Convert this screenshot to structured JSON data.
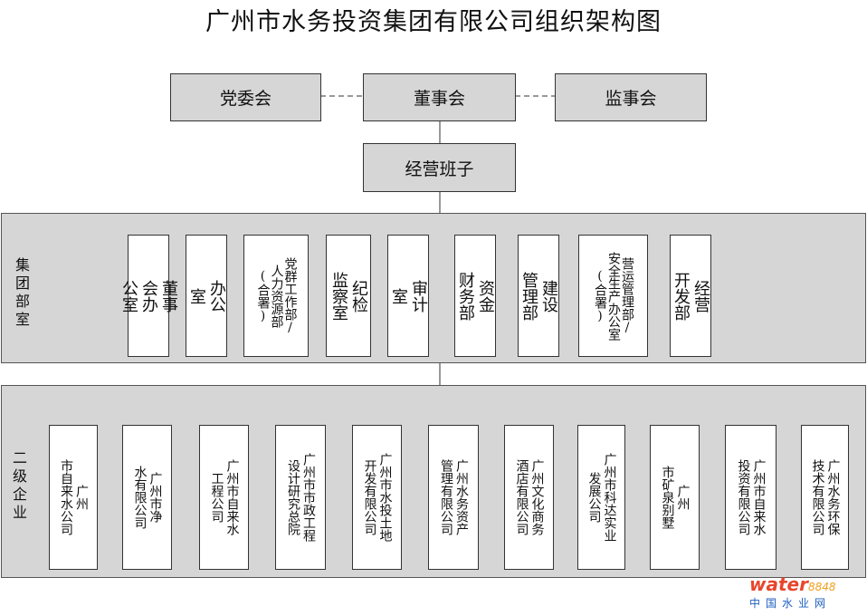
{
  "title": "广州市水务投资集团有限公司组织架构图",
  "top": {
    "party": "党委会",
    "board": "董事会",
    "supervisors": "监事会",
    "management": "经营班子"
  },
  "group_departments": {
    "label": "集团部室",
    "items": [
      {
        "lines": [
          "董事",
          "会办",
          "公室"
        ]
      },
      {
        "lines": [
          "办公",
          "室"
        ]
      },
      {
        "lines": [
          "党群工作部/",
          "人力资源部",
          "(合署)"
        ]
      },
      {
        "lines": [
          "纪检",
          "监察室"
        ]
      },
      {
        "lines": [
          "审计",
          "室"
        ]
      },
      {
        "lines": [
          "资金",
          "财务部"
        ]
      },
      {
        "lines": [
          "建设",
          "管理部"
        ]
      },
      {
        "lines": [
          "营运管理部/",
          "安全生产办公室",
          "(合署)"
        ]
      },
      {
        "lines": [
          "经营",
          "开发部"
        ]
      }
    ]
  },
  "subsidiaries": {
    "label": "二级企业",
    "items": [
      {
        "lines": [
          "广州",
          "市自来水公司"
        ]
      },
      {
        "lines": [
          "广州市净",
          "水有限公司"
        ]
      },
      {
        "lines": [
          "广州市自来水",
          "工程公司"
        ]
      },
      {
        "lines": [
          "广州市市政工程",
          "设计研究总院"
        ]
      },
      {
        "lines": [
          "广州市水投土地",
          "开发有限公司"
        ]
      },
      {
        "lines": [
          "广州水务资产",
          "管理有限公司"
        ]
      },
      {
        "lines": [
          "广州文化商务",
          "酒店有限公司"
        ]
      },
      {
        "lines": [
          "广州市科达实业",
          "发展公司"
        ]
      },
      {
        "lines": [
          "广州",
          "市矿泉别墅"
        ]
      },
      {
        "lines": [
          "广州市自来水",
          "投资有限公司"
        ]
      },
      {
        "lines": [
          "广州水务环保",
          "技术有限公司"
        ]
      }
    ]
  },
  "watermark": {
    "brand_a": "water",
    "brand_b": "8848",
    "brand_c": "中国水业网"
  },
  "colors": {
    "box_fill": "#d6d6d6",
    "band_fill": "#d6d6d6",
    "line": "#333333",
    "watermark_red": "#e8462c",
    "watermark_blue": "#2060c0"
  }
}
